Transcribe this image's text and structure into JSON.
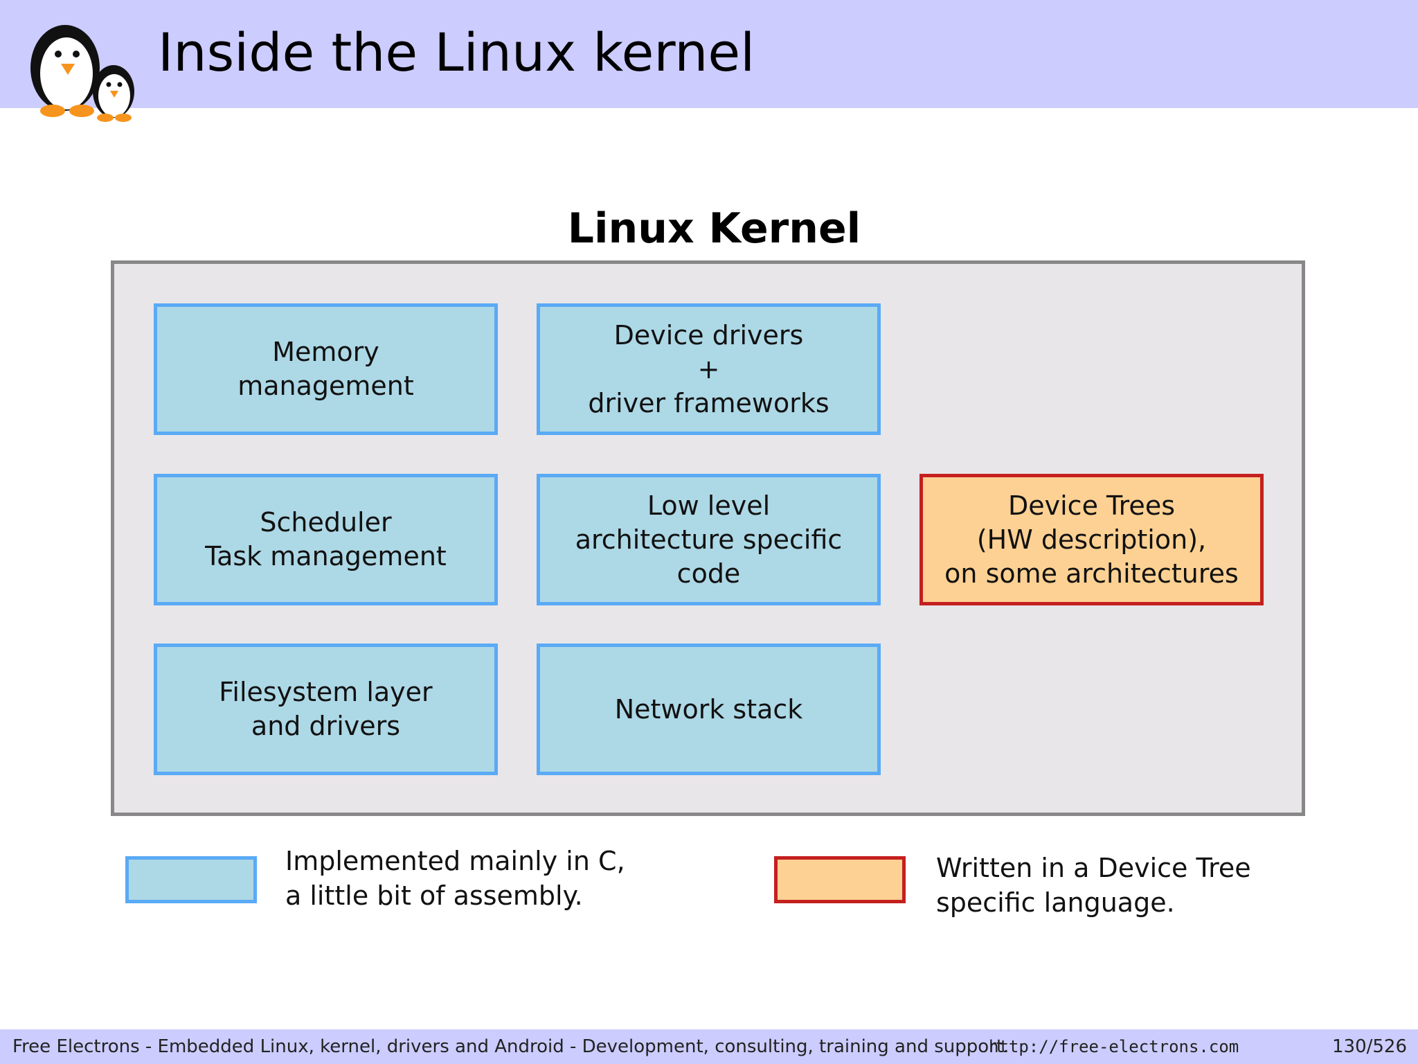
{
  "slide": {
    "title": "Inside the Linux kernel"
  },
  "diagram": {
    "title": "Linux Kernel",
    "boxes": [
      {
        "label": "Memory\nmanagement",
        "type": "c"
      },
      {
        "label": "Device drivers\n+\ndriver frameworks",
        "type": "c"
      },
      {
        "label": "Scheduler\nTask management",
        "type": "c"
      },
      {
        "label": "Low level\narchitecture specific\ncode",
        "type": "c"
      },
      {
        "label": "Device Trees\n(HW description),\non some architectures",
        "type": "device-tree"
      },
      {
        "label": "Filesystem layer\nand drivers",
        "type": "c"
      },
      {
        "label": "Network stack",
        "type": "c"
      }
    ]
  },
  "legend": {
    "c": "Implemented mainly in C,\na little bit of assembly.",
    "device_tree": "Written in a Device Tree\nspecific language."
  },
  "colors": {
    "header": "#ccccff",
    "c_fill": "#add8e6",
    "c_border": "#5aaaf5",
    "dt_fill": "#fdd193",
    "dt_border": "#c42020",
    "container": "#e8e6e8"
  },
  "footer": {
    "text": "Free Electrons - Embedded Linux, kernel, drivers and Android - Development, consulting, training and support.",
    "url": "http://free-electrons.com",
    "page": "130/526"
  }
}
